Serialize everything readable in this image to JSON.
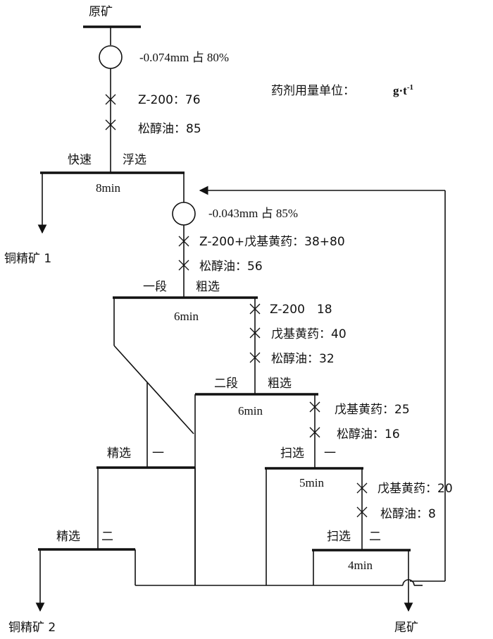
{
  "feed": "原矿",
  "grind1": "-0.074mm 占 80%",
  "unit_note": "药剂用量单位：",
  "unit": "g·t",
  "unit_sup": "-1",
  "reagents_fast": {
    "r1": "Z-200：76",
    "r2": "松醇油：85"
  },
  "fast_flotation": {
    "label_a": "快速",
    "label_b": "浮选",
    "time": "8min"
  },
  "concentrate1": "铜精矿 1",
  "grind2": "-0.043mm 占 85%",
  "reagents_rough1": {
    "r1": "Z-200+戊基黄药：38+80",
    "r2": "松醇油：56"
  },
  "rougher1": {
    "label_a": "一段",
    "label_b": "粗选",
    "time": "6min"
  },
  "reagents_rough2": {
    "r1": "Z-200　18",
    "r2": "戊基黄药：40",
    "r3": "松醇油：32"
  },
  "rougher2": {
    "label_a": "二段",
    "label_b": "粗选",
    "time": "6min"
  },
  "reagents_scav1": {
    "r1": "戊基黄药：25",
    "r2": "松醇油：16"
  },
  "cleaner1": {
    "label_a": "精选",
    "label_b": "一"
  },
  "scavenger1": {
    "label_a": "扫选",
    "label_b": "一",
    "time": "5min"
  },
  "reagents_scav2": {
    "r1": "戊基黄药：20",
    "r2": "松醇油：8"
  },
  "cleaner2": {
    "label_a": "精选",
    "label_b": "二"
  },
  "scavenger2": {
    "label_a": "扫选",
    "label_b": "二",
    "time": "4min"
  },
  "concentrate2": "铜精矿 2",
  "tailings": "尾矿"
}
